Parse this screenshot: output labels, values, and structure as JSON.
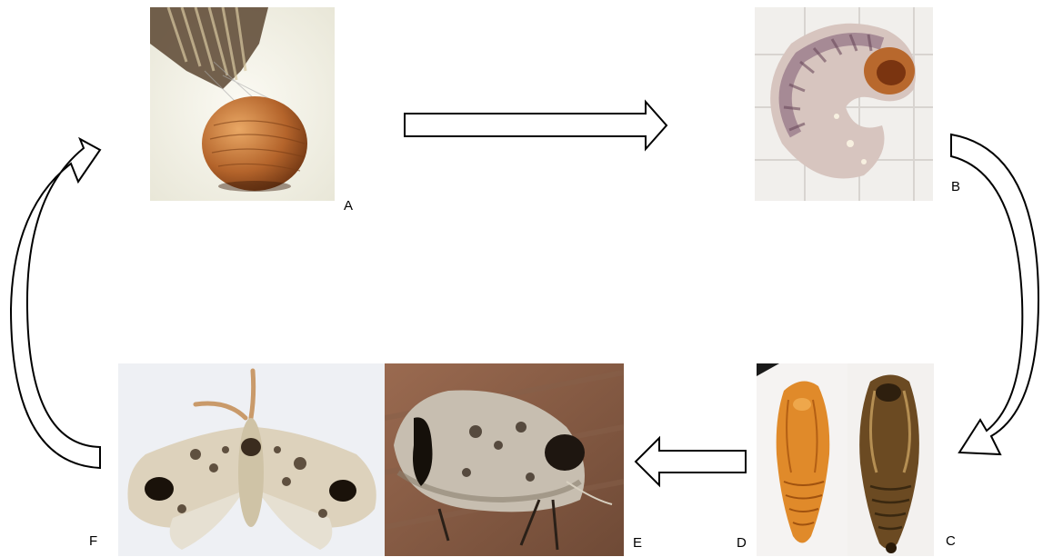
{
  "diagram": {
    "stages": [
      {
        "id": "A",
        "label": "A",
        "depicts": "egg-photo"
      },
      {
        "id": "B",
        "label": "B",
        "depicts": "larva-photo"
      },
      {
        "id": "C",
        "label": "C",
        "depicts": "pupa-dark-photo"
      },
      {
        "id": "D",
        "label": "D",
        "depicts": "pupa-orange-photo"
      },
      {
        "id": "E",
        "label": "E",
        "depicts": "moth-resting-photo"
      },
      {
        "id": "F",
        "label": "F",
        "depicts": "moth-spread-photo"
      }
    ],
    "flow": [
      "A",
      "B",
      "C",
      "D",
      "E",
      "F",
      "A"
    ],
    "colors": {
      "arrow_stroke": "#000000",
      "arrow_fill": "#ffffff",
      "label_text": "#000000"
    }
  }
}
